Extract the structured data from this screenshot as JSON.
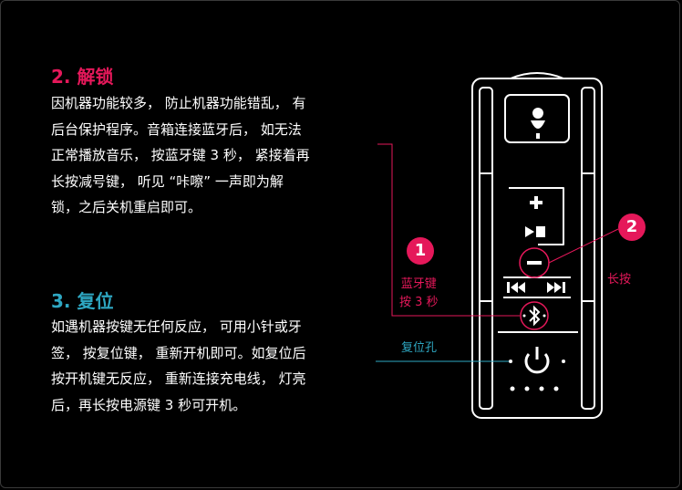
{
  "unlock": {
    "title": "2. 解锁",
    "lines": [
      "因机器功能较多， 防止机器功能错乱， 有",
      "后台保护程序。音箱连接蓝牙后， 如无法",
      "正常播放音乐， 按蓝牙键 3 秒， 紧接着再",
      "长按减号键， 听见 “咔嚓” 一声即为解",
      "锁，之后关机重启即可。"
    ]
  },
  "reset": {
    "title": "3. 复位",
    "lines": [
      "如遇机器按键无任何反应， 可用小针或牙",
      "签， 按复位键， 重新开机即可。如复位后",
      "按开机键无反应， 重新连接充电线， 灯亮",
      "后，再长按电源键 3 秒可开机。"
    ]
  },
  "callouts": {
    "badge1": "1",
    "badge2": "2",
    "bluetooth_line1": "蓝牙键",
    "bluetooth_line2": "按 3 秒",
    "long_press": "长按",
    "reset_hole": "复位孔"
  },
  "colors": {
    "accent_pink": "#e5185a",
    "accent_teal": "#2ea7c2",
    "background": "#000000"
  }
}
